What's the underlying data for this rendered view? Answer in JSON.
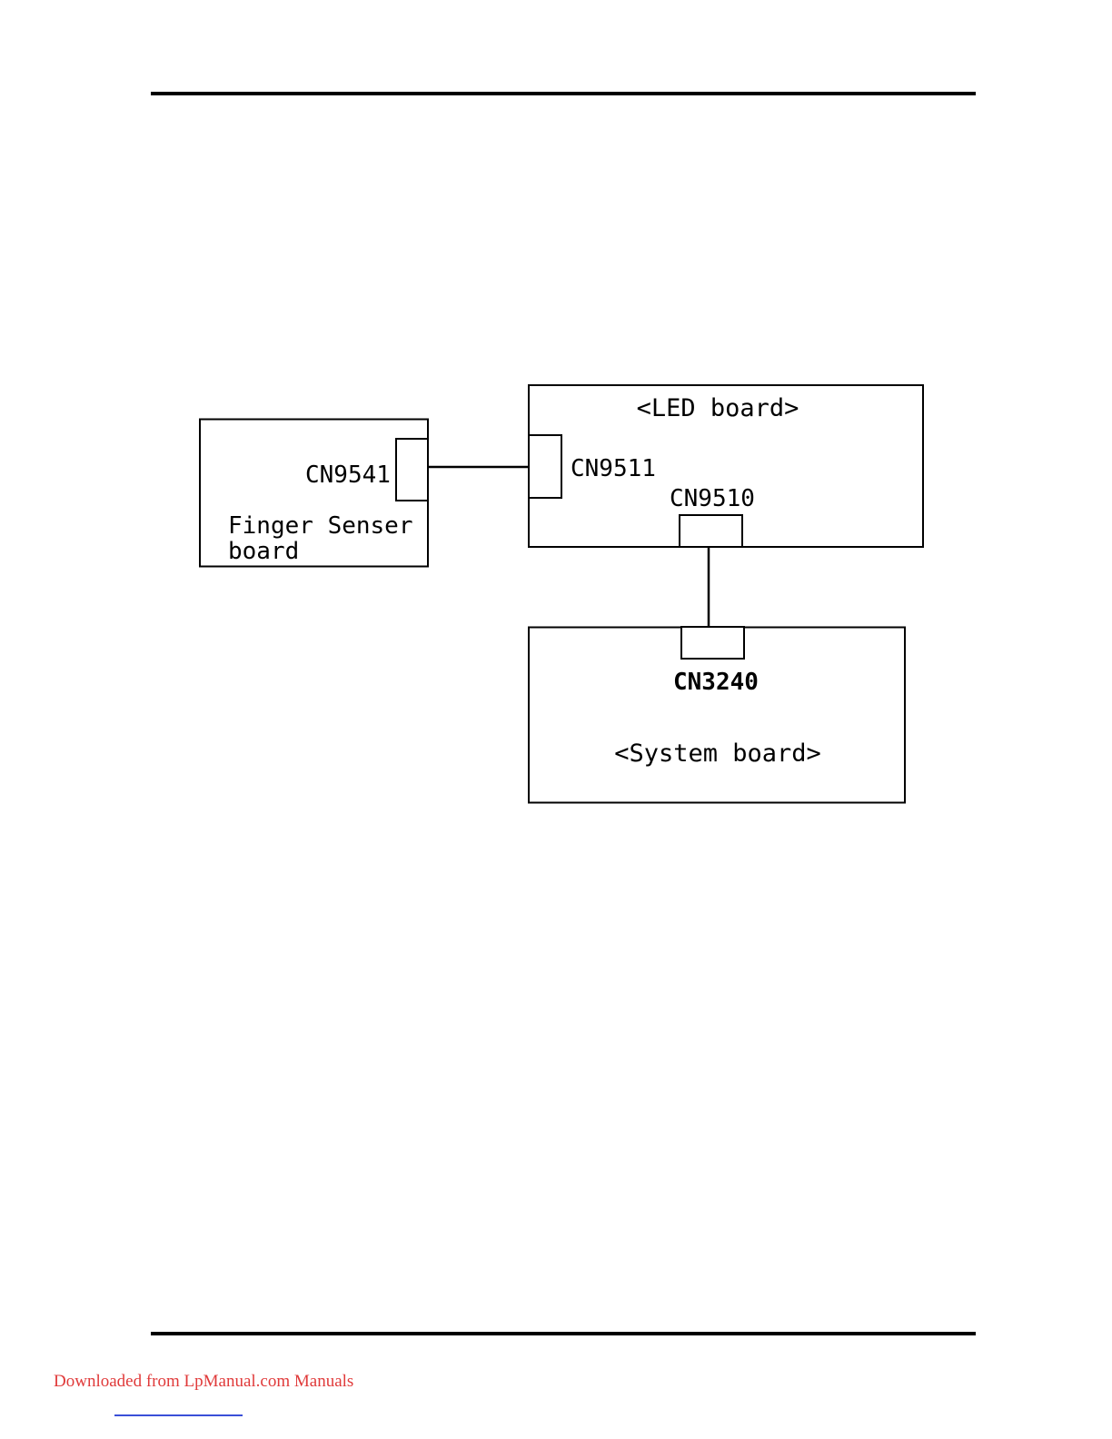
{
  "diagram": {
    "finger_board": {
      "connector": "CN9541",
      "label_line1": "Finger Senser",
      "label_line2": "board"
    },
    "led_board": {
      "title": "<LED board>",
      "connector_left": "CN9511",
      "connector_bottom": "CN9510"
    },
    "system_board": {
      "connector": "CN3240",
      "title": "<System board>"
    }
  },
  "footer": {
    "text": "Downloaded from LpManual.com Manuals"
  }
}
